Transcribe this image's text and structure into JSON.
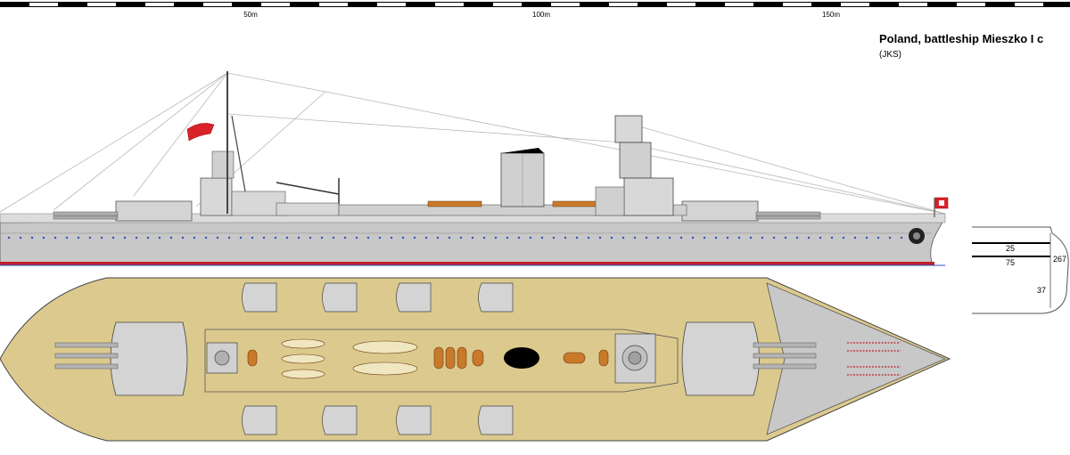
{
  "scale": {
    "labels": [
      "50m",
      "100m",
      "150m"
    ]
  },
  "title": "Poland, battleship Mieszko I c",
  "author": "(JKS)",
  "section": {
    "labels": [
      "25",
      "75",
      "267",
      "37"
    ]
  },
  "colors": {
    "hull": "#c8c8c8",
    "hull_dark": "#9a9a9a",
    "deck": "#dcc98e",
    "boot_red": "#c0202a",
    "flag_red": "#d8232a",
    "turret": "#d4d4d4",
    "boat": "#c87a2a",
    "funnel_cap": "#000000"
  },
  "icons": [
    "ensign-flag-icon",
    "jack-flag-icon",
    "crest-icon"
  ]
}
